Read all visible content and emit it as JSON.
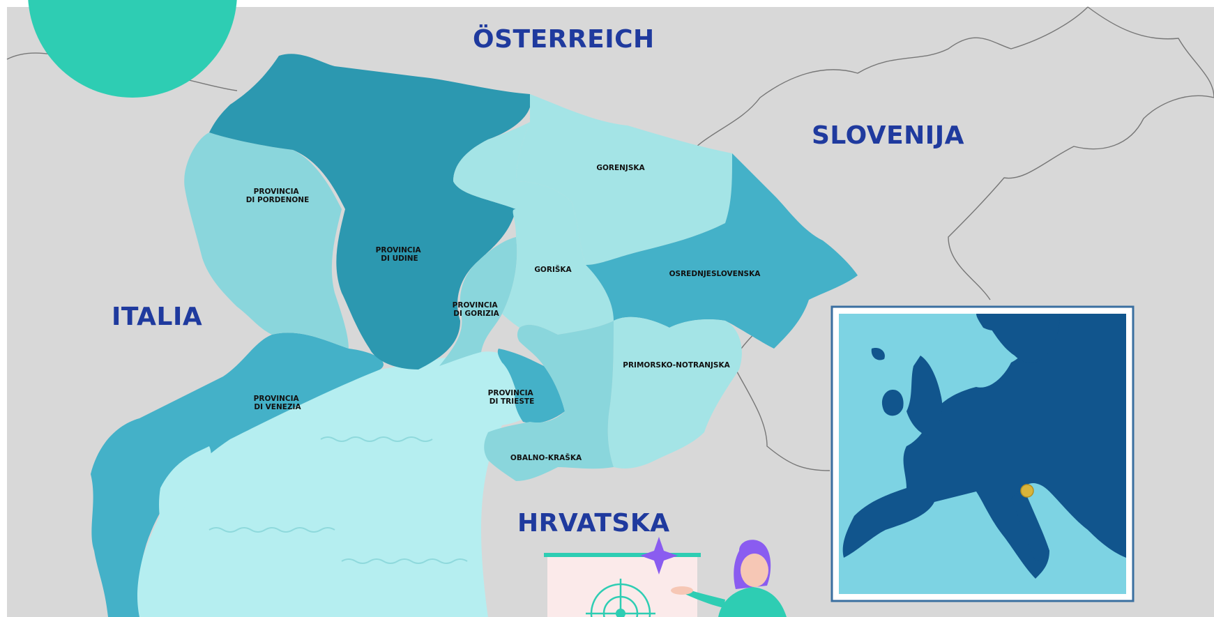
{
  "countries": {
    "austria": "ÖSTERREICH",
    "slovenia": "SLOVENIJA",
    "italy": "ITALIA",
    "croatia": "HRVATSKA"
  },
  "regions": {
    "pordenone": [
      "PROVINCIA",
      "DI PORDENONE"
    ],
    "udine": [
      "PROVINCIA",
      "DI UDINE"
    ],
    "gorizia": [
      "PROVINCIA",
      "DI GORIZIA"
    ],
    "venezia": [
      "PROVINCIA",
      "DI VENEZIA"
    ],
    "trieste": [
      "PROVINCIA",
      "DI TRIESTE"
    ],
    "gorenjska": "GORENJSKA",
    "goriska": "GORIŠKA",
    "osrednjeslovenska": "OSREDNJESLOVENSKA",
    "primorsko": "PRIMORSKO-NOTRANJSKA",
    "obalno": "OBALNO-KRAŠKA"
  },
  "colors": {
    "background": "#d8d8d8",
    "sea": "#b5eef0",
    "dark_teal": "#2c98b0",
    "mid_teal": "#44b1c8",
    "light_teal": "#8ad6dc",
    "pale_teal": "#a4e4e6",
    "accent_circle": "#2ecdb3",
    "country_label": "#1f3a9e",
    "inset_land": "#11558d",
    "inset_sea": "#7dd3e3",
    "marker": "#d9b43a"
  },
  "inset": {
    "marker_icon": "location-dot-icon"
  },
  "decoration": {
    "illustration": "presenter-with-target-board",
    "sparkle_icon": "sparkle-icon",
    "target_icon": "target-icon"
  }
}
